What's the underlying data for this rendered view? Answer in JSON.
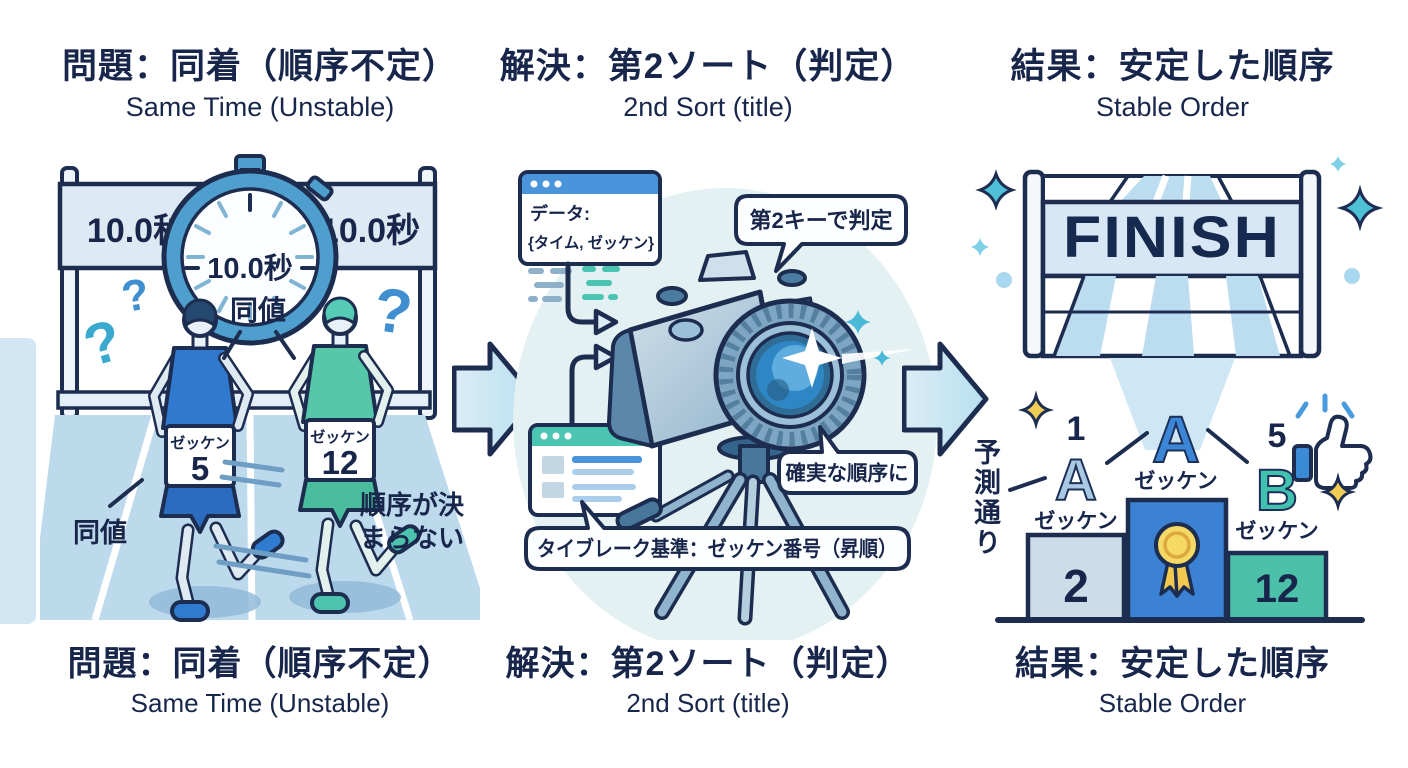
{
  "colors": {
    "navy_outline": "#1d2d50",
    "title_text": "#17264a",
    "blue_accent": "#3b82d4",
    "teal_accent": "#4cc0a8",
    "light_blue": "#bcdcf0",
    "yellow_accent": "#f2cd55"
  },
  "panels": [
    {
      "title_jp": "問題：同着（順序不定）",
      "subtitle_en": "Same Time (Unstable)",
      "scene": {
        "banner_time_left": "10.0秒",
        "stopwatch_time": "10.0秒",
        "banner_time_right": "10.0秒",
        "equal_top": "同値",
        "equal_bottom": "同値",
        "order_note": "順序が決まらない",
        "runners": [
          {
            "bib_label": "ゼッケン",
            "bib_number": "5"
          },
          {
            "bib_label": "ゼッケン",
            "bib_number": "12"
          }
        ]
      }
    },
    {
      "title_jp": "解決：第2ソート（判定）",
      "subtitle_en": "2nd Sort (title)",
      "scene": {
        "data_window_line1": "データ:",
        "data_window_line2": "{タイム, ゼッケン}",
        "bubble_second_key": "第2キーで判定",
        "bubble_reliable_order": "確実な順序に",
        "bubble_tiebreak": "タイブレーク基準：ゼッケン番号（昇順）"
      }
    },
    {
      "title_jp": "結果：安定した順序",
      "subtitle_en": "Stable Order",
      "scene": {
        "finish_text": "FINISH",
        "prediction_label": "予測通り",
        "rank_number_left": "1",
        "rank_number_right": "5",
        "podium": [
          {
            "letter": "A",
            "bib_label": "ゼッケン",
            "bib_number": "2"
          },
          {
            "letter": "A",
            "bib_label": "ゼッケン"
          },
          {
            "letter": "B",
            "bib_label": "ゼッケン",
            "bib_number": "12"
          }
        ]
      }
    }
  ]
}
